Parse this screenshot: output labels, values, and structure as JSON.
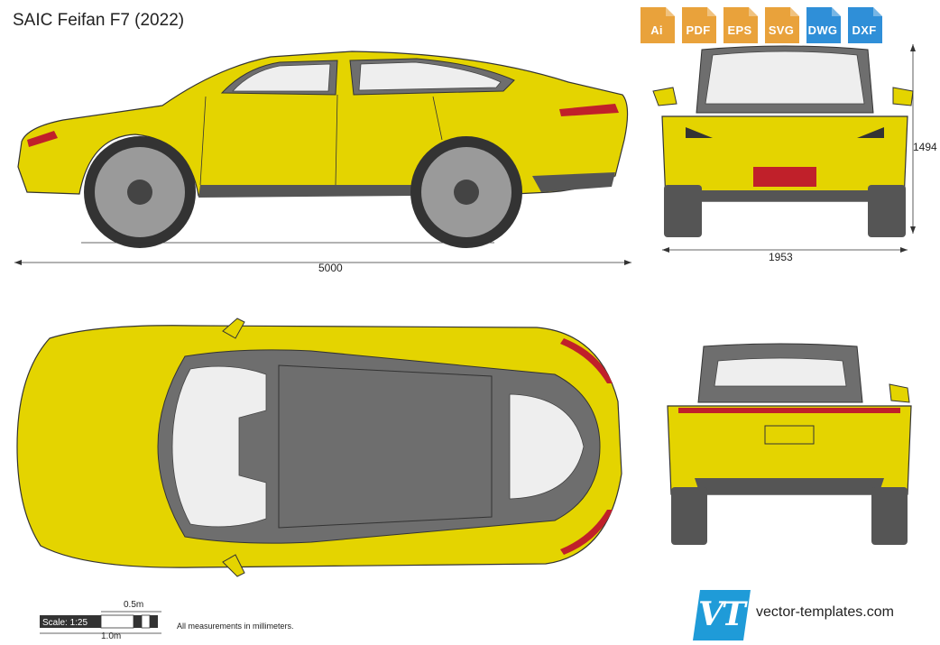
{
  "title": "SAIC Feifan F7 (2022)",
  "formats": [
    {
      "label": "Ai",
      "color": "#e9a23b"
    },
    {
      "label": "PDF",
      "color": "#e9a23b"
    },
    {
      "label": "EPS",
      "color": "#e9a23b"
    },
    {
      "label": "SVG",
      "color": "#e9a23b"
    },
    {
      "label": "DWG",
      "color": "#2f8fd8"
    },
    {
      "label": "DXF",
      "color": "#2f8fd8"
    }
  ],
  "dimensions": {
    "length": "5000",
    "width": "1953",
    "height": "1494"
  },
  "scale": {
    "label": "Scale: 1:25",
    "half_meter": "0.5m",
    "one_meter": "1.0m"
  },
  "note": "All measurements in millimeters.",
  "brand": {
    "name": "vector-templates.com",
    "logo_letters": "VT",
    "logo_color": "#1f9bd8"
  },
  "colors": {
    "body": "#e4d400",
    "glass": "#6e6e6e",
    "trim": "#555555",
    "light": "#c0202a"
  }
}
